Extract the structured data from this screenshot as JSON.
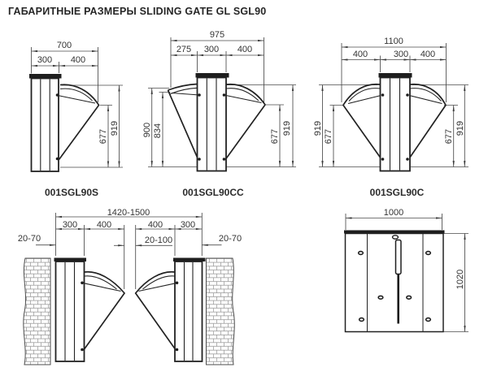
{
  "title": "ГАБАРИТНЫЕ РАЗМЕРЫ SLIDING GATE GL SGL90",
  "colors": {
    "background": "#ffffff",
    "line": "#2e2e2e",
    "dimension": "#444444",
    "brick": "#949494"
  },
  "models": {
    "s": {
      "name": "001SGL90S",
      "total_width": "700",
      "column_width": "300",
      "wing_length": "400",
      "total_height": "919",
      "wing_tip_height": "677"
    },
    "cc": {
      "name": "001SGL90CC",
      "total_width": "975",
      "left_wing_length": "275",
      "column_width": "300",
      "right_wing_length": "400",
      "left_height": "900",
      "left_inner_height": "834",
      "right_height": "919",
      "right_tip_height": "677"
    },
    "c": {
      "name": "001SGL90C",
      "total_width": "1100",
      "left_wing_length": "400",
      "column_width": "300",
      "right_wing_length": "400",
      "left_height": "919",
      "left_tip_height": "677",
      "right_height": "919",
      "right_tip_height": "677"
    }
  },
  "installation": {
    "opening_width": "1420-1500",
    "left_column_width": "300",
    "left_wing_length": "400",
    "right_wing_length": "400",
    "right_column_width": "300",
    "left_wall_gap": "20-70",
    "center_gap": "20-100",
    "right_wall_gap": "20-70"
  },
  "plate": {
    "width": "1000",
    "height": "1020"
  }
}
